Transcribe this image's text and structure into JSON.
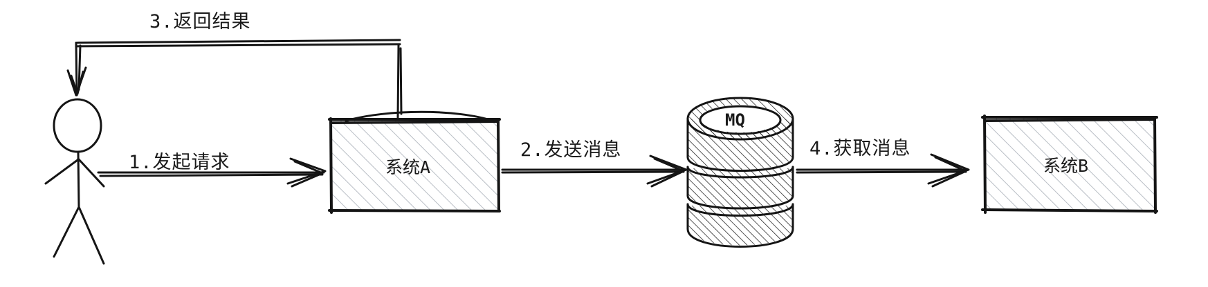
{
  "nodes": {
    "system_a": "系统A",
    "mq": "MQ",
    "system_b": "系统B"
  },
  "edges": {
    "user_to_a": "1.发起请求",
    "a_to_mq": "2.发送消息",
    "a_to_user": "3.返回结果",
    "mq_to_b": "4.获取消息"
  },
  "colors": {
    "ink": "#151515",
    "hatch": "#b9bec5"
  }
}
